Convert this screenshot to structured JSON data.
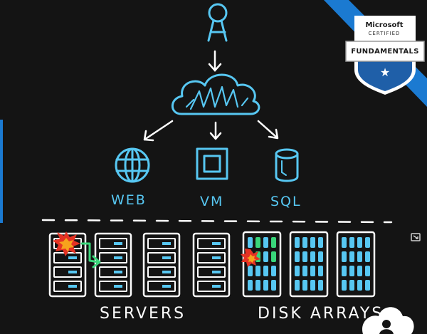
{
  "diagram": {
    "services": {
      "web": "WEB",
      "vm": "VM",
      "sql": "SQL"
    },
    "sections": {
      "servers": "SERVERS",
      "disk_arrays": "DISK ARRAYS"
    }
  },
  "badge": {
    "brand": "Microsoft",
    "certified": "CERTIFIED",
    "level": "FUNDAMENTALS",
    "icon": "star-icon"
  },
  "colors": {
    "background": "#141414",
    "cloud_blue": "#57c7f2",
    "badge_blue": "#1f5fa8",
    "stripe_blue": "#1b7ad1",
    "failure_red": "#e53224",
    "healthy_green": "#39d67a"
  },
  "icons": [
    "user-icon",
    "cloud-icon",
    "globe-icon",
    "vm-icon",
    "database-icon",
    "server-rack-icon",
    "disk-array-icon",
    "fullscreen-icon",
    "cloud-logo-icon"
  ]
}
